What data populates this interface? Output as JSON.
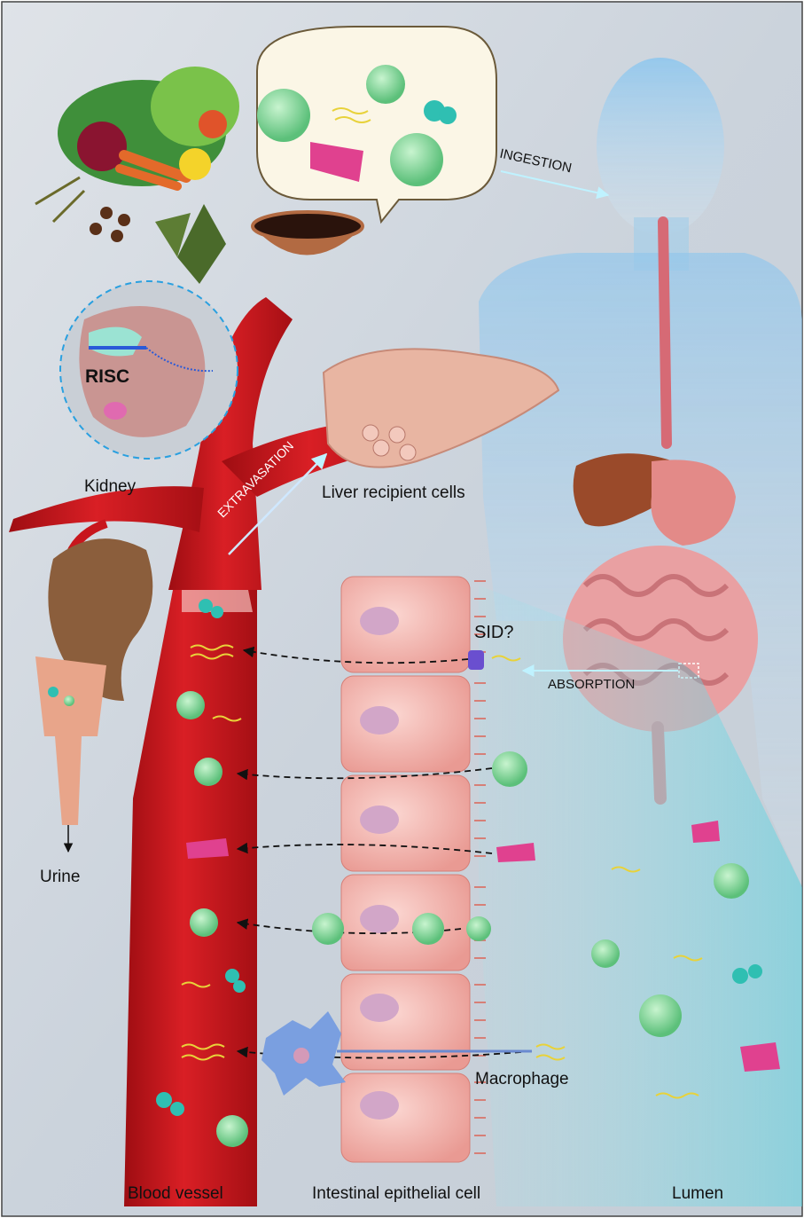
{
  "labels": {
    "ingestion": "INGESTION",
    "risc": "RISC",
    "kidney": "Kidney",
    "liver_recipient_cells": "Liver recipient cells",
    "extravasation": "EXTRAVASATION",
    "sid": "SID?",
    "absorption": "ABSORPTION",
    "urine": "Urine",
    "macrophage": "Macrophage",
    "blood_vessel": "Blood vessel",
    "intestinal_epithelial_cell": "Intestinal epithelial cell",
    "lumen": "Lumen"
  },
  "colors": {
    "blood_vessel": "#c8161d",
    "epithelial_cell": "#f3b9b3",
    "vesicle": "#7fd89a",
    "rna_strand": "#e8d23a",
    "protein_complex": "#e0418f",
    "body_silhouette": "#8fc7ea",
    "liver": "#a85a3a",
    "macrophage": "#7a9fe0"
  }
}
